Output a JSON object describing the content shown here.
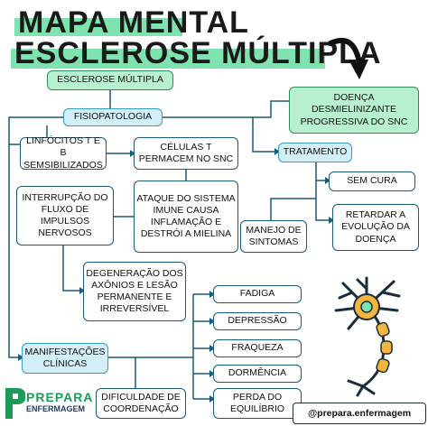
{
  "title": {
    "line1": "MAPA MENTAL",
    "line2": "ESCLEROSE MÚLTIPLA"
  },
  "nodes": {
    "root": "ESCLEROSE MÚLTIPLA",
    "doenca": "DOENÇA DESMIELINIZANTE PROGRESSIVA DO SNC",
    "fisiopatologia": "FISIOPATOLOGIA",
    "linfocitos": "LINFÓCITOS T E B SEMSIBILIZADOS",
    "celulas": "CÉLULAS T PERMACEM NO SNC",
    "tratamento": "TRATAMENTO",
    "interrupcao": "INTERRUPÇÃO DO FLUXO DE IMPULSOS NERVOSOS",
    "ataque": "ATAQUE DO SISTEMA IMUNE CAUSA INFLAMAÇÃO E DESTRÓI A MIELINA",
    "sem_cura": "SEM CURA",
    "manejo": "MANEJO DE SINTOMAS",
    "retardar": "RETARDAR A EVOLUÇÃO DA DOENÇA",
    "degeneracao": "DEGENERAÇÃO DOS AXÔNIOS E LESÃO PERMANENTE E IRREVERSÍVEL",
    "manifestacoes": "MANIFESTAÇÕES CLÍNICAS",
    "fadiga": "FADIGA",
    "depressao": "DEPRESSÃO",
    "fraqueza": "FRAQUEZA",
    "dormencia": "DORMÊNCIA",
    "dificuldade": "DIFICULDADE DE COORDENAÇÃO",
    "perda": "PERDA DO EQUILÍBRIO"
  },
  "brand": {
    "name": "PREPARA",
    "sub": "ENFERMAGEM",
    "handle": "@prepara.enfermagem"
  },
  "colors": {
    "green": "#b8f0cf",
    "blue": "#d2eef7",
    "line": "#1a5a7a",
    "brand_green": "#1e9a58"
  },
  "icons": [
    "arrow-curved-icon",
    "neuron-icon",
    "brand-logo-icon"
  ]
}
